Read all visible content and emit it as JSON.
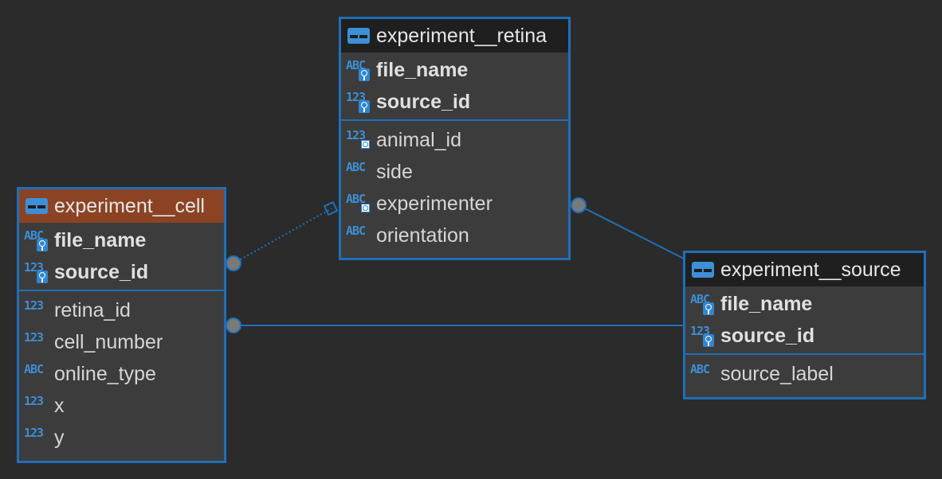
{
  "entities": {
    "retina": {
      "title": "experiment__retina",
      "keys": [
        {
          "type": "ABC",
          "name": "file_name"
        },
        {
          "type": "123",
          "name": "source_id"
        }
      ],
      "attrs": [
        {
          "type": "123",
          "name": "animal_id",
          "fk": true
        },
        {
          "type": "ABC",
          "name": "side",
          "fk": false
        },
        {
          "type": "ABC",
          "name": "experimenter",
          "fk": true
        },
        {
          "type": "ABC",
          "name": "orientation",
          "fk": false
        }
      ]
    },
    "cell": {
      "title": "experiment__cell",
      "keys": [
        {
          "type": "ABC",
          "name": "file_name"
        },
        {
          "type": "123",
          "name": "source_id"
        }
      ],
      "attrs": [
        {
          "type": "123",
          "name": "retina_id"
        },
        {
          "type": "123",
          "name": "cell_number"
        },
        {
          "type": "ABC",
          "name": "online_type"
        },
        {
          "type": "123",
          "name": "x"
        },
        {
          "type": "123",
          "name": "y"
        }
      ]
    },
    "source": {
      "title": "experiment__source",
      "keys": [
        {
          "type": "ABC",
          "name": "file_name"
        },
        {
          "type": "123",
          "name": "source_id"
        }
      ],
      "attrs": [
        {
          "type": "ABC",
          "name": "source_label"
        }
      ]
    }
  },
  "colors": {
    "background": "#2b2b2b",
    "border": "#1f6fb8",
    "type_label": "#3d8fd6",
    "selected_header": "#8b4324",
    "connector_dot": "#7a7a7a"
  },
  "icons": {
    "table": "table-icon",
    "primary_key": "key-icon",
    "foreign_key": "foreign-key-icon"
  }
}
